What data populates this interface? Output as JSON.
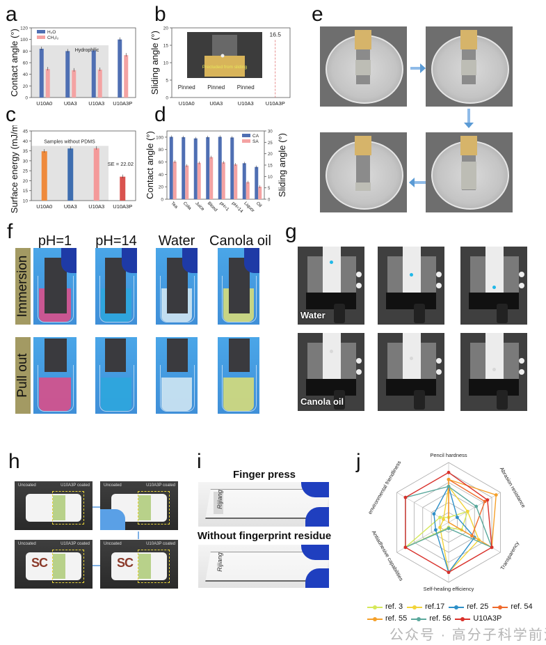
{
  "panels": {
    "a": "a",
    "b": "b",
    "c": "c",
    "d": "d",
    "e": "e",
    "f": "f",
    "g": "g",
    "h": "h",
    "i": "i",
    "j": "j"
  },
  "chart_data": [
    {
      "id": "a",
      "type": "bar",
      "ylabel": "Contact angle (°)",
      "ylim": [
        0,
        120
      ],
      "yticks": [
        "0",
        "20",
        "40",
        "60",
        "80",
        "100",
        "120"
      ],
      "categories": [
        "U10A0",
        "U0A3",
        "U10A3",
        "U10A3P"
      ],
      "series": [
        {
          "name": "H₂O",
          "values": [
            84,
            80,
            81,
            100
          ],
          "color": "#4f6fb3"
        },
        {
          "name": "CH₂I₂",
          "values": [
            49,
            47,
            48,
            73
          ],
          "color": "#f4a3a3"
        }
      ],
      "annotation": "Hydrophilic",
      "shaded_region_max": 90
    },
    {
      "id": "b",
      "type": "bar",
      "ylabel": "Sliding angle (°)",
      "ylim": [
        0,
        20
      ],
      "yticks": [
        "0",
        "5",
        "10",
        "15",
        "20"
      ],
      "categories": [
        "U10A0",
        "U0A3",
        "U10A3",
        "U10A3P"
      ],
      "values": [
        null,
        null,
        null,
        16.5
      ],
      "value_labels": [
        "Pinned",
        "Pinned",
        "Pinned",
        "16.5"
      ],
      "inset_caption": "Precluded from sliding"
    },
    {
      "id": "c",
      "type": "bar",
      "ylabel": "Surface energy (mJ/m²)",
      "ylim": [
        10,
        45
      ],
      "yticks": [
        "10",
        "15",
        "20",
        "25",
        "30",
        "35",
        "40",
        "45"
      ],
      "categories": [
        "U10A0",
        "U0A3",
        "U10A3",
        "U10A3P"
      ],
      "values": [
        34.8,
        36.2,
        36.3,
        22.02
      ],
      "colors": [
        "#ef8a3c",
        "#3f6eb0",
        "#f49a9a",
        "#d9534f"
      ],
      "annotation": "Samples without PDMS",
      "se_label": "SE = 22.02"
    },
    {
      "id": "d",
      "type": "bar",
      "ylabel": "Contact angle (°)",
      "y2label": "Sliding angle (°)",
      "ylim": [
        0,
        110
      ],
      "yticks": [
        "0",
        "20",
        "40",
        "60",
        "80",
        "100"
      ],
      "y2lim": [
        0,
        30
      ],
      "y2ticks": [
        "0",
        "5",
        "10",
        "15",
        "20",
        "25",
        "30"
      ],
      "categories": [
        "Tea",
        "Cola",
        "Juice",
        "Blood",
        "pH=1",
        "pH=14",
        "Liquor",
        "Oil"
      ],
      "series": [
        {
          "name": "CA",
          "values": [
            100.5,
            100,
            98,
            100,
            100.5,
            99.5,
            58,
            52
          ],
          "color": "#4f6fb3",
          "axis": "left"
        },
        {
          "name": "SA",
          "values": [
            16.5,
            14.8,
            16,
            18.5,
            16.2,
            15.3,
            7.5,
            5.5
          ],
          "color": "#f4a3a3",
          "axis": "right"
        }
      ]
    },
    {
      "id": "j",
      "type": "radar",
      "axes": [
        "Pencil hardness",
        "Abrasion resistance",
        "Transparency",
        "Self-healing efficiency",
        "Antiadhesive capabilities",
        "environmental friendliness"
      ],
      "rmax": 6,
      "series": [
        {
          "name": "ref. 3",
          "color": "#d6e85a",
          "values": [
            0.5,
            2.2,
            1.5,
            0.5,
            5,
            1
          ]
        },
        {
          "name": "ref.17",
          "color": "#f2d43a",
          "values": [
            3.6,
            2.2,
            3.5,
            5,
            1,
            0.6
          ]
        },
        {
          "name": "ref. 25",
          "color": "#2d8fc8",
          "values": [
            3.6,
            1,
            3,
            5,
            1.5,
            1.7
          ]
        },
        {
          "name": "ref. 54",
          "color": "#ef6a2c",
          "values": [
            4.3,
            4.2,
            2.7,
            0,
            0,
            0
          ]
        },
        {
          "name": "ref. 55",
          "color": "#f5a02a",
          "values": [
            4.3,
            5.5,
            5,
            0,
            0,
            0
          ]
        },
        {
          "name": "ref. 56",
          "color": "#5aa89c",
          "values": [
            3.6,
            3.2,
            5,
            0.6,
            5,
            5
          ]
        },
        {
          "name": "U10A3P",
          "color": "#d9302a",
          "values": [
            5,
            4.5,
            5,
            5,
            5,
            5
          ]
        }
      ]
    }
  ],
  "panel_e": {
    "steps": 4,
    "arrow_color": "#5b9bd5"
  },
  "panel_f": {
    "columns": [
      "pH=1",
      "pH=14",
      "Water",
      "Canola oil"
    ],
    "rows": [
      "Immersion",
      "Pull out"
    ],
    "liquid_colors": [
      "#d8508a",
      "#2ea6dd",
      "#cfe6f2",
      "#d6dc7a"
    ]
  },
  "panel_g": {
    "row_labels": [
      "Water",
      "Canola oil"
    ]
  },
  "panel_h": {
    "uncoated": "Uncoated",
    "coated": "U10A3P coated",
    "marker_text": "SC"
  },
  "panel_i": {
    "top_title": "Finger press",
    "bottom_title": "Without fingerprint residue",
    "slide_text": "Rijiang"
  },
  "watermark": "公众号 · 高分子科学前沿"
}
